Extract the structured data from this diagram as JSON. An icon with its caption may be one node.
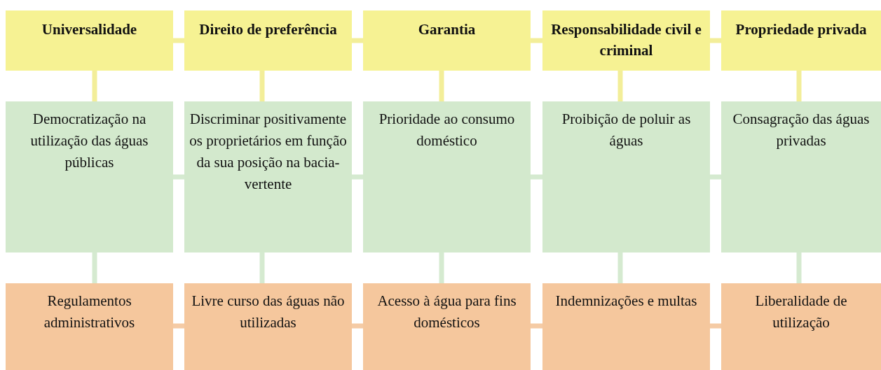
{
  "diagram": {
    "nodes": [
      {
        "text": [
          "Universalidade"
        ]
      },
      {
        "text": [
          "Direito de preferência"
        ]
      },
      {
        "text": [
          "Garantia"
        ]
      },
      {
        "text": [
          "Responsabilidade civil e criminal"
        ]
      },
      {
        "text": [
          "Propriedade privada"
        ]
      },
      {
        "text": [
          "Democratização na utilização das águas públicas"
        ]
      },
      {
        "text": [
          "Discriminar positivamente os proprietários em função da sua posição na bacia-vertente"
        ]
      },
      {
        "text": [
          "Prioridade ao consumo doméstico"
        ]
      },
      {
        "text": [
          "Proibição de poluir as águas"
        ]
      },
      {
        "text": [
          "Consagração das águas privadas"
        ]
      },
      {
        "text": [
          "Regulamentos administrativos"
        ]
      },
      {
        "text": [
          "Livre curso das águas não utilizadas"
        ]
      },
      {
        "text": [
          "Acesso à água para fins domésticos"
        ]
      },
      {
        "text": [
          "Indemnizações e multas"
        ]
      },
      {
        "text": [
          "Liberalidade de utilização"
        ]
      }
    ],
    "edges": [
      {
        "from": 0,
        "to": 1,
        "arrow": "none",
        "color": "#f3ee99"
      },
      {
        "from": 1,
        "to": 2,
        "arrow": "none",
        "color": "#f3ee99"
      },
      {
        "from": 2,
        "to": 3,
        "arrow": "none",
        "color": "#f3ee99"
      },
      {
        "from": 3,
        "to": 4,
        "arrow": "none",
        "color": "#f3ee99"
      },
      {
        "from": 5,
        "to": 6,
        "arrow": "none",
        "color": "#d5ead0"
      },
      {
        "from": 6,
        "to": 7,
        "arrow": "none",
        "color": "#d5ead0"
      },
      {
        "from": 7,
        "to": 8,
        "arrow": "none",
        "color": "#d5ead0"
      },
      {
        "from": 8,
        "to": 9,
        "arrow": "none",
        "color": "#d5ead0"
      },
      {
        "from": 10,
        "to": 11,
        "arrow": "none",
        "color": "#f5cba5"
      },
      {
        "from": 11,
        "to": 12,
        "arrow": "none",
        "color": "#f5cba5"
      },
      {
        "from": 12,
        "to": 13,
        "arrow": "none",
        "color": "#f5cba5"
      },
      {
        "from": 13,
        "to": 14,
        "arrow": "none",
        "color": "#f5cba5"
      },
      {
        "from": 0,
        "to": 5,
        "arrow": "none",
        "color": "#f3ee99"
      },
      {
        "from": 1,
        "to": 6,
        "arrow": "none",
        "color": "#f3ee99"
      },
      {
        "from": 2,
        "to": 7,
        "arrow": "none",
        "color": "#f3ee99"
      },
      {
        "from": 3,
        "to": 8,
        "arrow": "none",
        "color": "#f3ee99"
      },
      {
        "from": 4,
        "to": 9,
        "arrow": "none",
        "color": "#f3ee99"
      },
      {
        "from": 5,
        "to": 10,
        "arrow": "none",
        "color": "#d5ead0"
      },
      {
        "from": 6,
        "to": 11,
        "arrow": "none",
        "color": "#d5ead0"
      },
      {
        "from": 7,
        "to": 12,
        "arrow": "none",
        "color": "#d5ead0"
      },
      {
        "from": 8,
        "to": 13,
        "arrow": "none",
        "color": "#d5ead0"
      },
      {
        "from": 9,
        "to": 14,
        "arrow": "none",
        "color": "#d5ead0"
      }
    ]
  }
}
